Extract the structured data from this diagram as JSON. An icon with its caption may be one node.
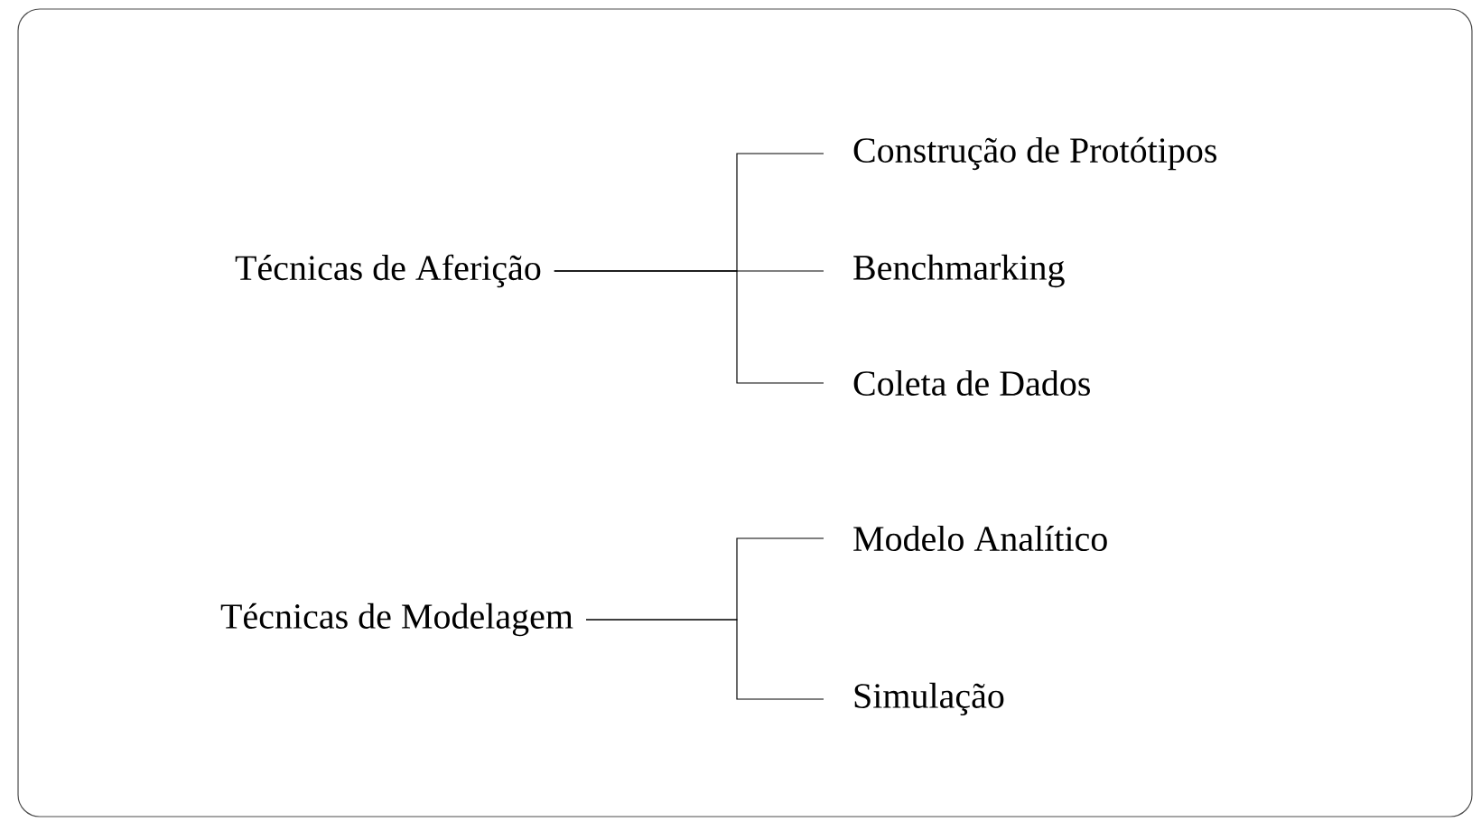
{
  "diagram": {
    "nodes": [
      {
        "text": [
          "Técnicas de Aferição"
        ]
      },
      {
        "text": [
          "Construção de Protótipos"
        ]
      },
      {
        "text": [
          "Benchmarking"
        ]
      },
      {
        "text": [
          "Coleta de Dados"
        ]
      },
      {
        "text": [
          "Técnicas de Modelagem"
        ]
      },
      {
        "text": [
          "Modelo Analítico"
        ]
      },
      {
        "text": [
          "Simulação"
        ]
      }
    ],
    "edges": [
      {
        "from": 0,
        "to": 1,
        "arrow": "none"
      },
      {
        "from": 0,
        "to": 2,
        "arrow": "none"
      },
      {
        "from": 0,
        "to": 3,
        "arrow": "none"
      },
      {
        "from": 4,
        "to": 5,
        "arrow": "none"
      },
      {
        "from": 4,
        "to": 6,
        "arrow": "none"
      }
    ]
  }
}
